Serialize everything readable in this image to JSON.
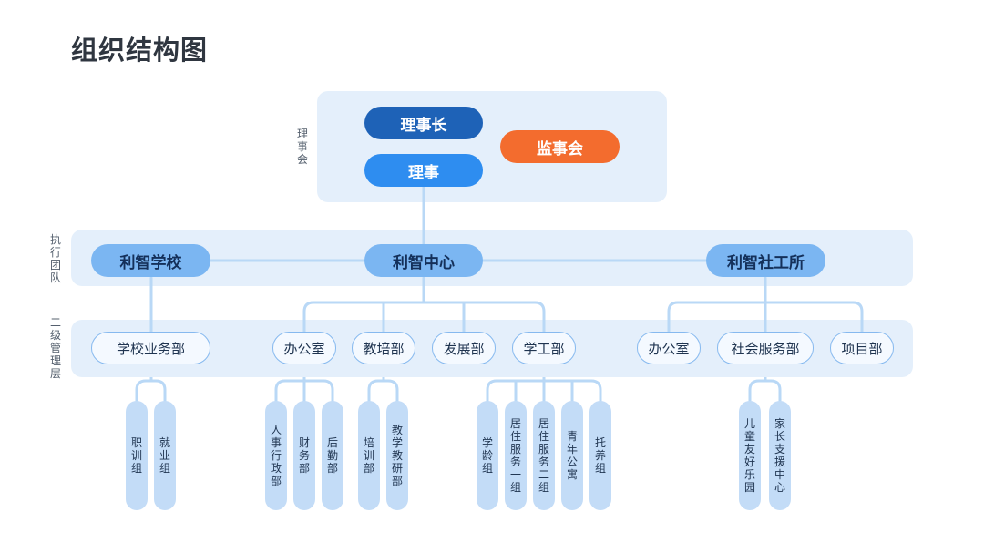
{
  "title": "组织结构图",
  "side_labels": {
    "board": "理事会",
    "exec": "执行团队",
    "mgmt": "二级管理层"
  },
  "board": {
    "chairman": "理事长",
    "director": "理事",
    "supervisory": "监事会"
  },
  "exec_units": {
    "school": "利智学校",
    "center": "利智中心",
    "social": "利智社工所"
  },
  "school_depts": {
    "business": "学校业务部"
  },
  "center_depts": {
    "office": "办公室",
    "training": "教培部",
    "development": "发展部",
    "student": "学工部"
  },
  "social_depts": {
    "office": "办公室",
    "service": "社会服务部",
    "project": "项目部"
  },
  "groups": {
    "school": [
      "职训组",
      "就业组"
    ],
    "office": [
      "人事行政部",
      "财务部",
      "后勤部"
    ],
    "training": [
      "培训部",
      "教学教研部"
    ],
    "student": [
      "学龄组",
      "居住服务一组",
      "居住服务二组",
      "青年公寓",
      "托养组"
    ],
    "service": [
      "儿童友好乐园",
      "家长支援中心"
    ]
  },
  "colors": {
    "dark": "#1e62b7",
    "blue": "#2e8df0",
    "orange": "#f36c2e",
    "light": "#7bb6f2",
    "panel": "#e4effb",
    "line": "#b9d8f6"
  }
}
